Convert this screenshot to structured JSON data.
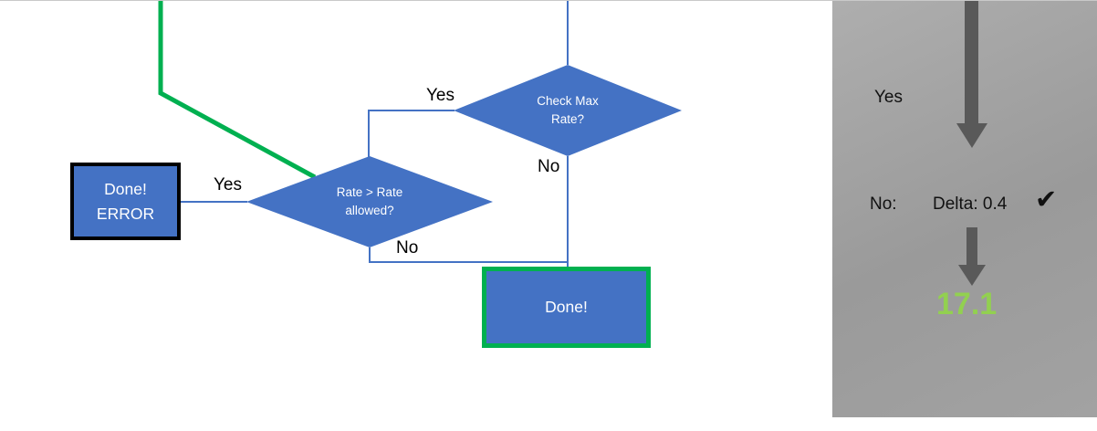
{
  "colors": {
    "node_blue": "#4472C4",
    "flow_green": "#00B050",
    "result_green": "#92D050",
    "arrow_gray": "#595959",
    "connector_blue": "#4472C4"
  },
  "flowchart": {
    "check_max_diamond": "Check Max\nRate?",
    "rate_diamond": "Rate > Rate\nallowed?",
    "done_error_box": "Done!\nERROR",
    "done_box": "Done!",
    "labels": {
      "check_max_yes": "Yes",
      "check_max_no": "No",
      "rate_yes": "Yes",
      "rate_no": "No"
    }
  },
  "sidebar": {
    "yes_label": "Yes",
    "no_label": "No:",
    "delta_value": "Delta: 0.4",
    "checkmark": "✔",
    "result_value": "17.1"
  }
}
